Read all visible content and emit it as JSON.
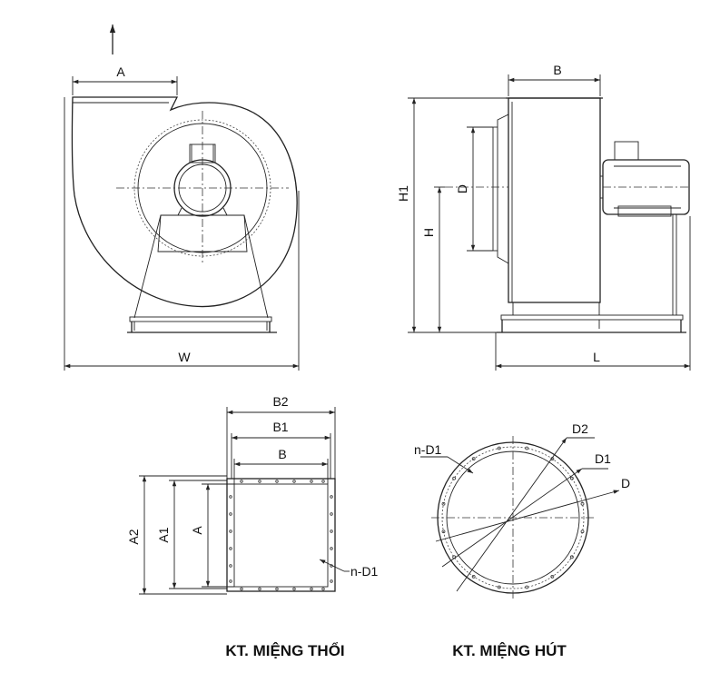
{
  "front_view": {
    "dim_A": "A",
    "dim_W": "W"
  },
  "side_view": {
    "dim_B": "B",
    "dim_H1": "H1",
    "dim_H": "H",
    "dim_D": "D",
    "dim_L": "L"
  },
  "outlet_view": {
    "dim_B2": "B2",
    "dim_B1": "B1",
    "dim_B": "B",
    "dim_A2": "A2",
    "dim_A1": "A1",
    "dim_A": "A",
    "dim_holes": "n-D1",
    "caption": "KT. MIỆNG THỔI"
  },
  "inlet_view": {
    "dim_holes": "n-D1",
    "dim_D2": "D2",
    "dim_D1": "D1",
    "dim_D": "D",
    "caption": "KT. MIỆNG HÚT"
  },
  "icons": {
    "direction": "up-arrow-icon"
  }
}
